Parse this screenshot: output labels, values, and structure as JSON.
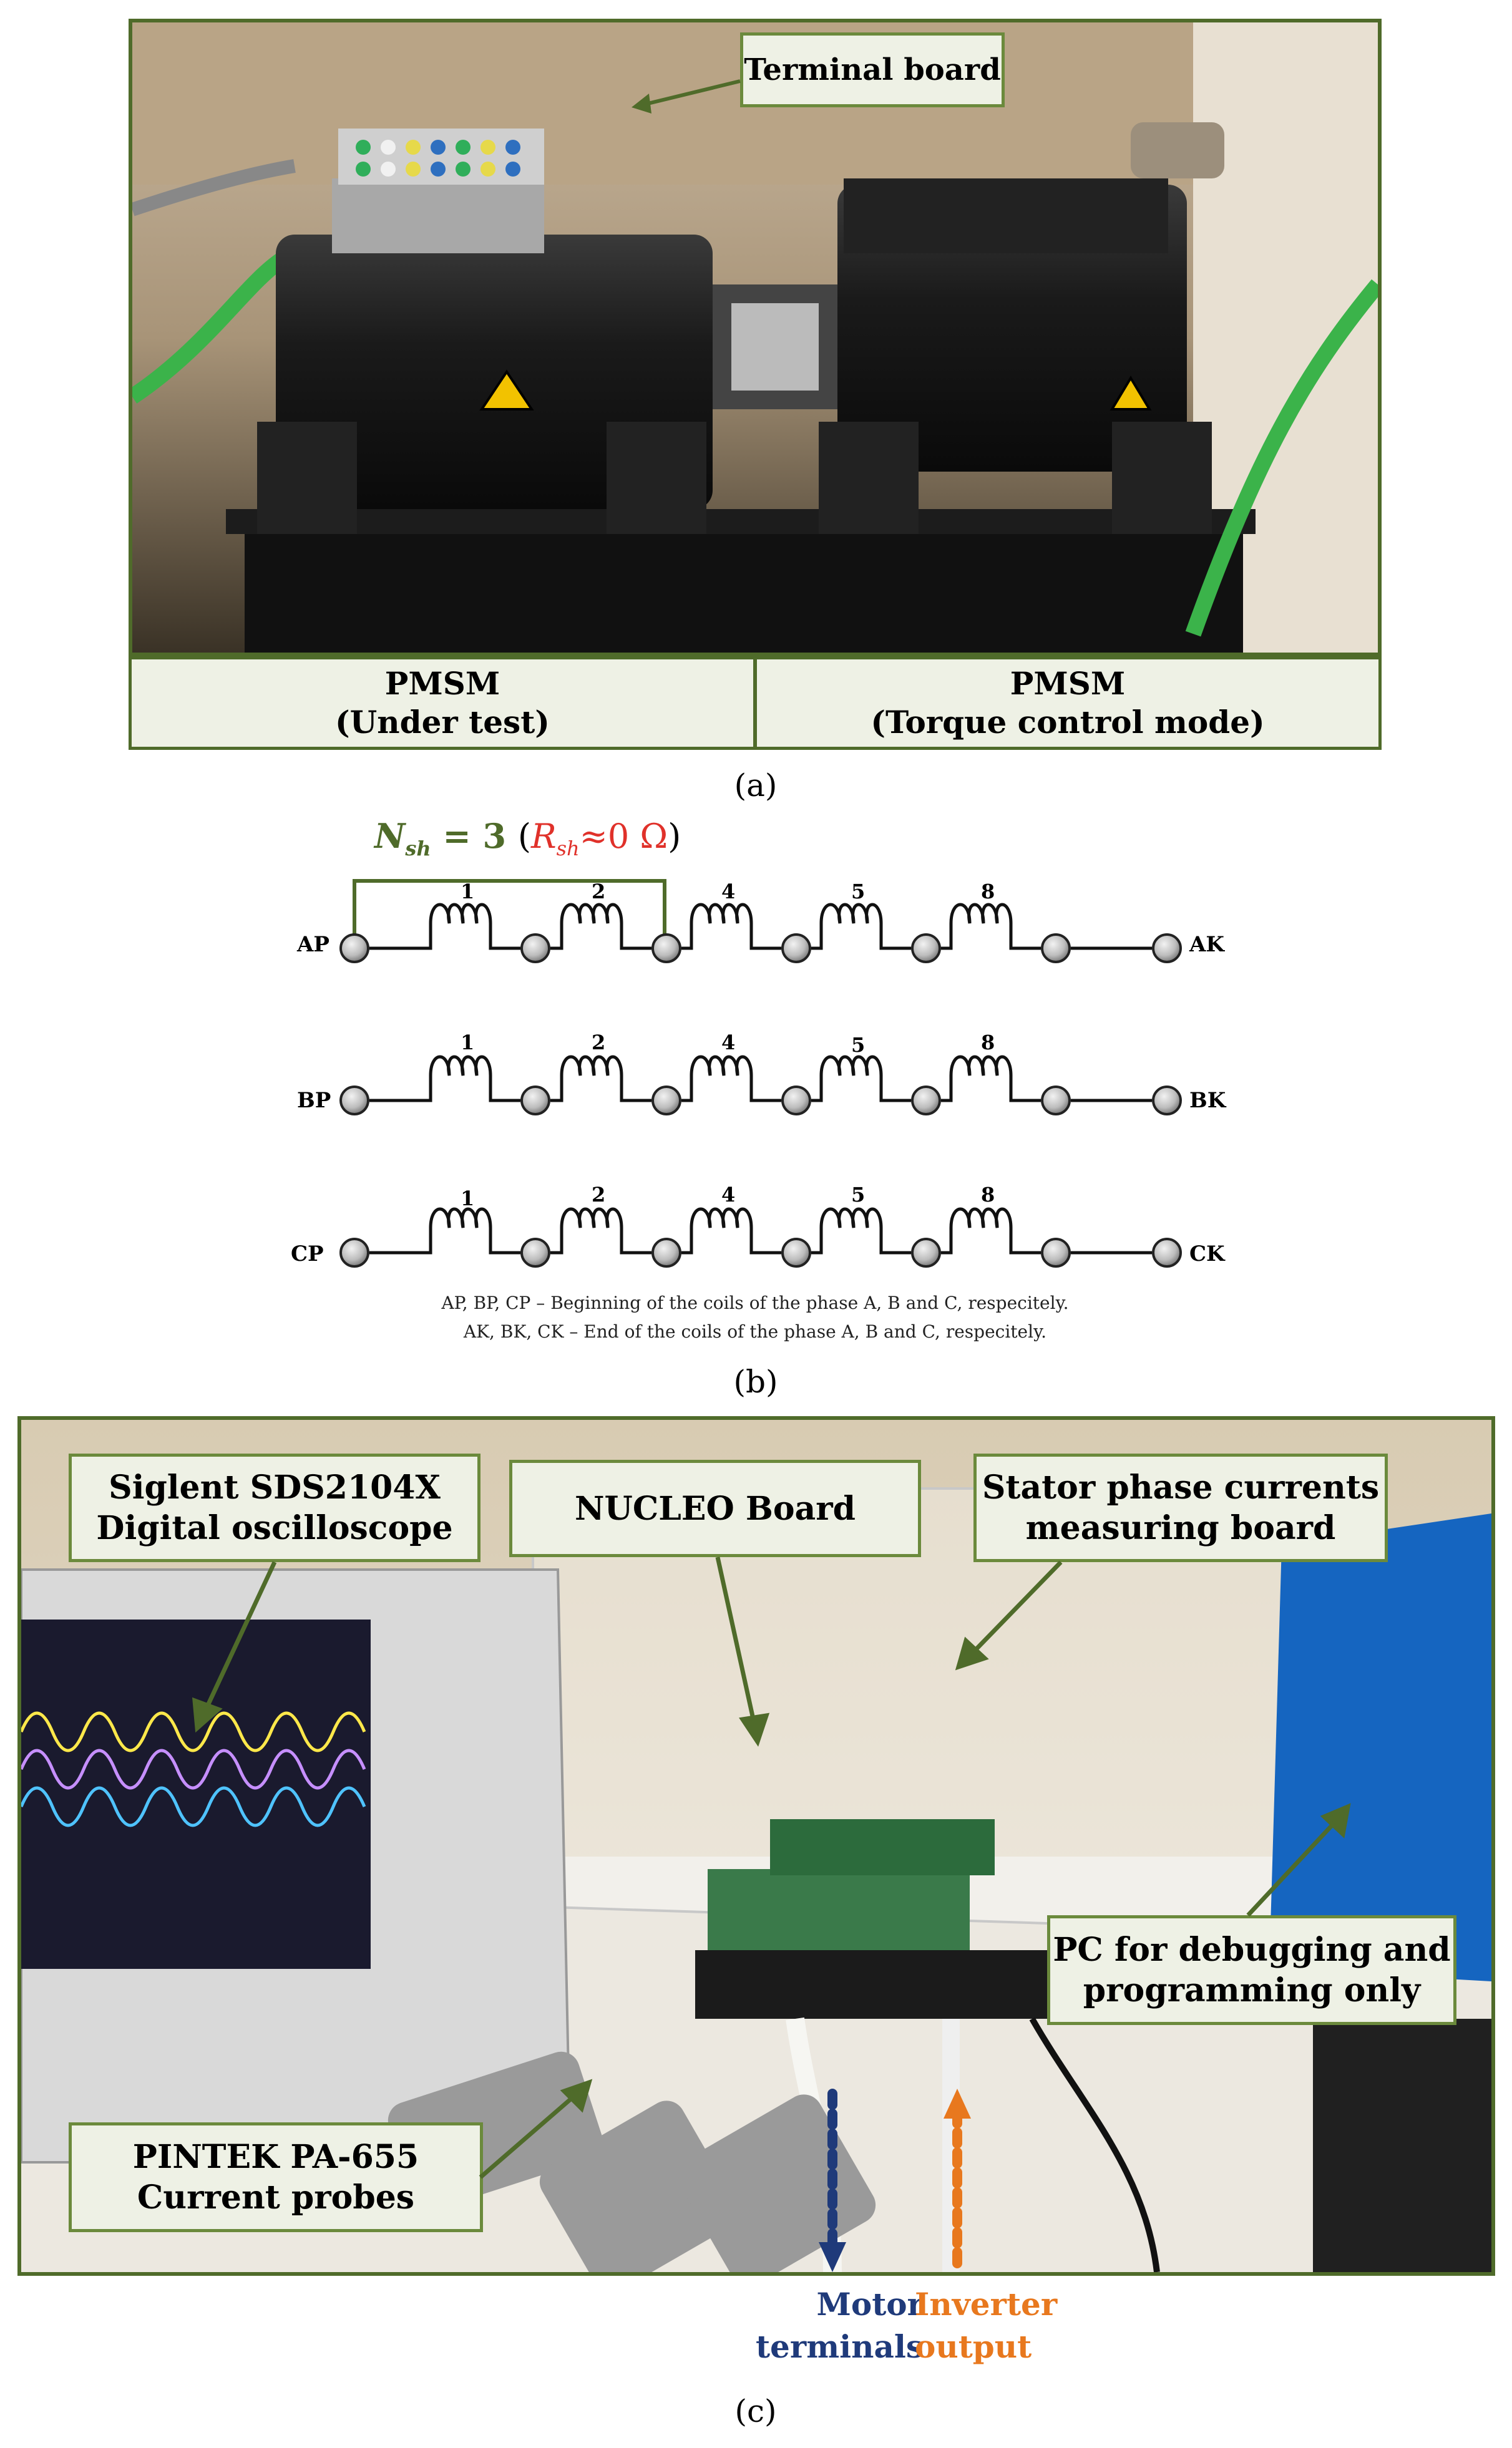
{
  "panel_a": {
    "terminal_label": "Terminal board",
    "left_motor": {
      "line1": "PMSM",
      "line2": "(Under test)"
    },
    "right_motor": {
      "line1": "PMSM",
      "line2": "(Torque control mode)"
    },
    "caption": "(a)"
  },
  "panel_b": {
    "nsh_symbol": "N",
    "nsh_sub": "sh",
    "nsh_eq": " = 3",
    "rsh_open": "(",
    "rsh_symbol": "R",
    "rsh_sub": "sh",
    "rsh_eq": "≈0 Ω",
    "rsh_close": ")",
    "phases": [
      {
        "start": "AP",
        "end": "AK",
        "coils": [
          "1",
          "2",
          "4",
          "5",
          "8"
        ]
      },
      {
        "start": "BP",
        "end": "BK",
        "coils": [
          "1",
          "2",
          "4",
          "5",
          "8"
        ]
      },
      {
        "start": "CP",
        "end": "CK",
        "coils": [
          "1",
          "2",
          "4",
          "5",
          "8"
        ]
      }
    ],
    "note1": "AP, BP, CP – Beginning of the coils of the phase A, B and C, respecitely.",
    "note2": "AK, BK, CK – End of the coils of the phase A, B and C, respecitely.",
    "caption": "(b)"
  },
  "panel_c": {
    "oscilloscope": {
      "line1": "Siglent SDS2104X",
      "line2": "Digital oscilloscope"
    },
    "nucleo": "NUCLEO Board",
    "stator": {
      "line1": "Stator phase currents",
      "line2": "measuring board"
    },
    "pc": {
      "line1": "PC for debugging and",
      "line2": "programming only"
    },
    "probes": {
      "line1": "PINTEK PA-655",
      "line2": "Current probes"
    },
    "motor_terminals": {
      "line1": "Motor",
      "line2": "terminals"
    },
    "inverter_output": {
      "line1": "Inverter",
      "line2": "output"
    },
    "caption": "(c)"
  },
  "colors": {
    "frame_green": "#4f6b2a",
    "callout_fill": "#eef1e5",
    "nsh_green": "#4f6b2a",
    "rsh_red": "#e0312a",
    "motor_blue": "#1f3a7a",
    "inverter_orange": "#e8781e"
  }
}
